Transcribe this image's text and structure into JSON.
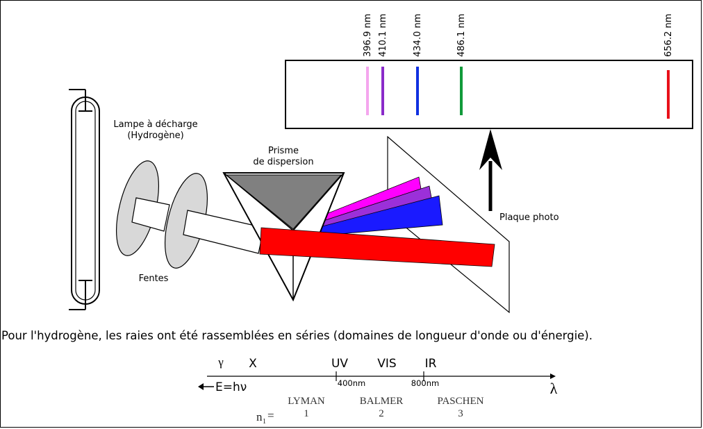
{
  "spectrum": {
    "lines": [
      {
        "label": "396.9 nm",
        "color": "#f4a6ee"
      },
      {
        "label": "410.1 nm",
        "color": "#8a2bc9"
      },
      {
        "label": "434.0 nm",
        "color": "#1030e0"
      },
      {
        "label": "486.1 nm",
        "color": "#119a3a"
      },
      {
        "label": "656.2 nm",
        "color": "#e8101a"
      }
    ]
  },
  "labels": {
    "lamp": [
      "Lampe à décharge",
      "(Hydrogène)"
    ],
    "prism": [
      "Prisme",
      "de dispersion"
    ],
    "slits": "Fentes",
    "plate": "Plaque photo"
  },
  "beams": {
    "red": "#ff0000",
    "blue": "#1a1aff",
    "violet": "#9b30d9",
    "magenta": "#ff00ff",
    "prism_fill": "#808080",
    "slit_fill": "#d8d8d8"
  },
  "caption": "Pour l'hydrogène, les raies ont été rassemblées en séries (domaines de longueur d'onde ou d'énergie).",
  "scale": {
    "domains": [
      "γ",
      "X",
      "UV",
      "VIS",
      "IR"
    ],
    "energy_label": "E=hν",
    "lambda_symbol": "λ",
    "tick_400": "400nm",
    "tick_800": "800nm",
    "n1_label": "n",
    "n1_sub": "1",
    "n1_eq": "=",
    "series": [
      {
        "name": "LYMAN",
        "n": "1"
      },
      {
        "name": "BALMER",
        "n": "2"
      },
      {
        "name": "PASCHEN",
        "n": "3"
      }
    ]
  }
}
